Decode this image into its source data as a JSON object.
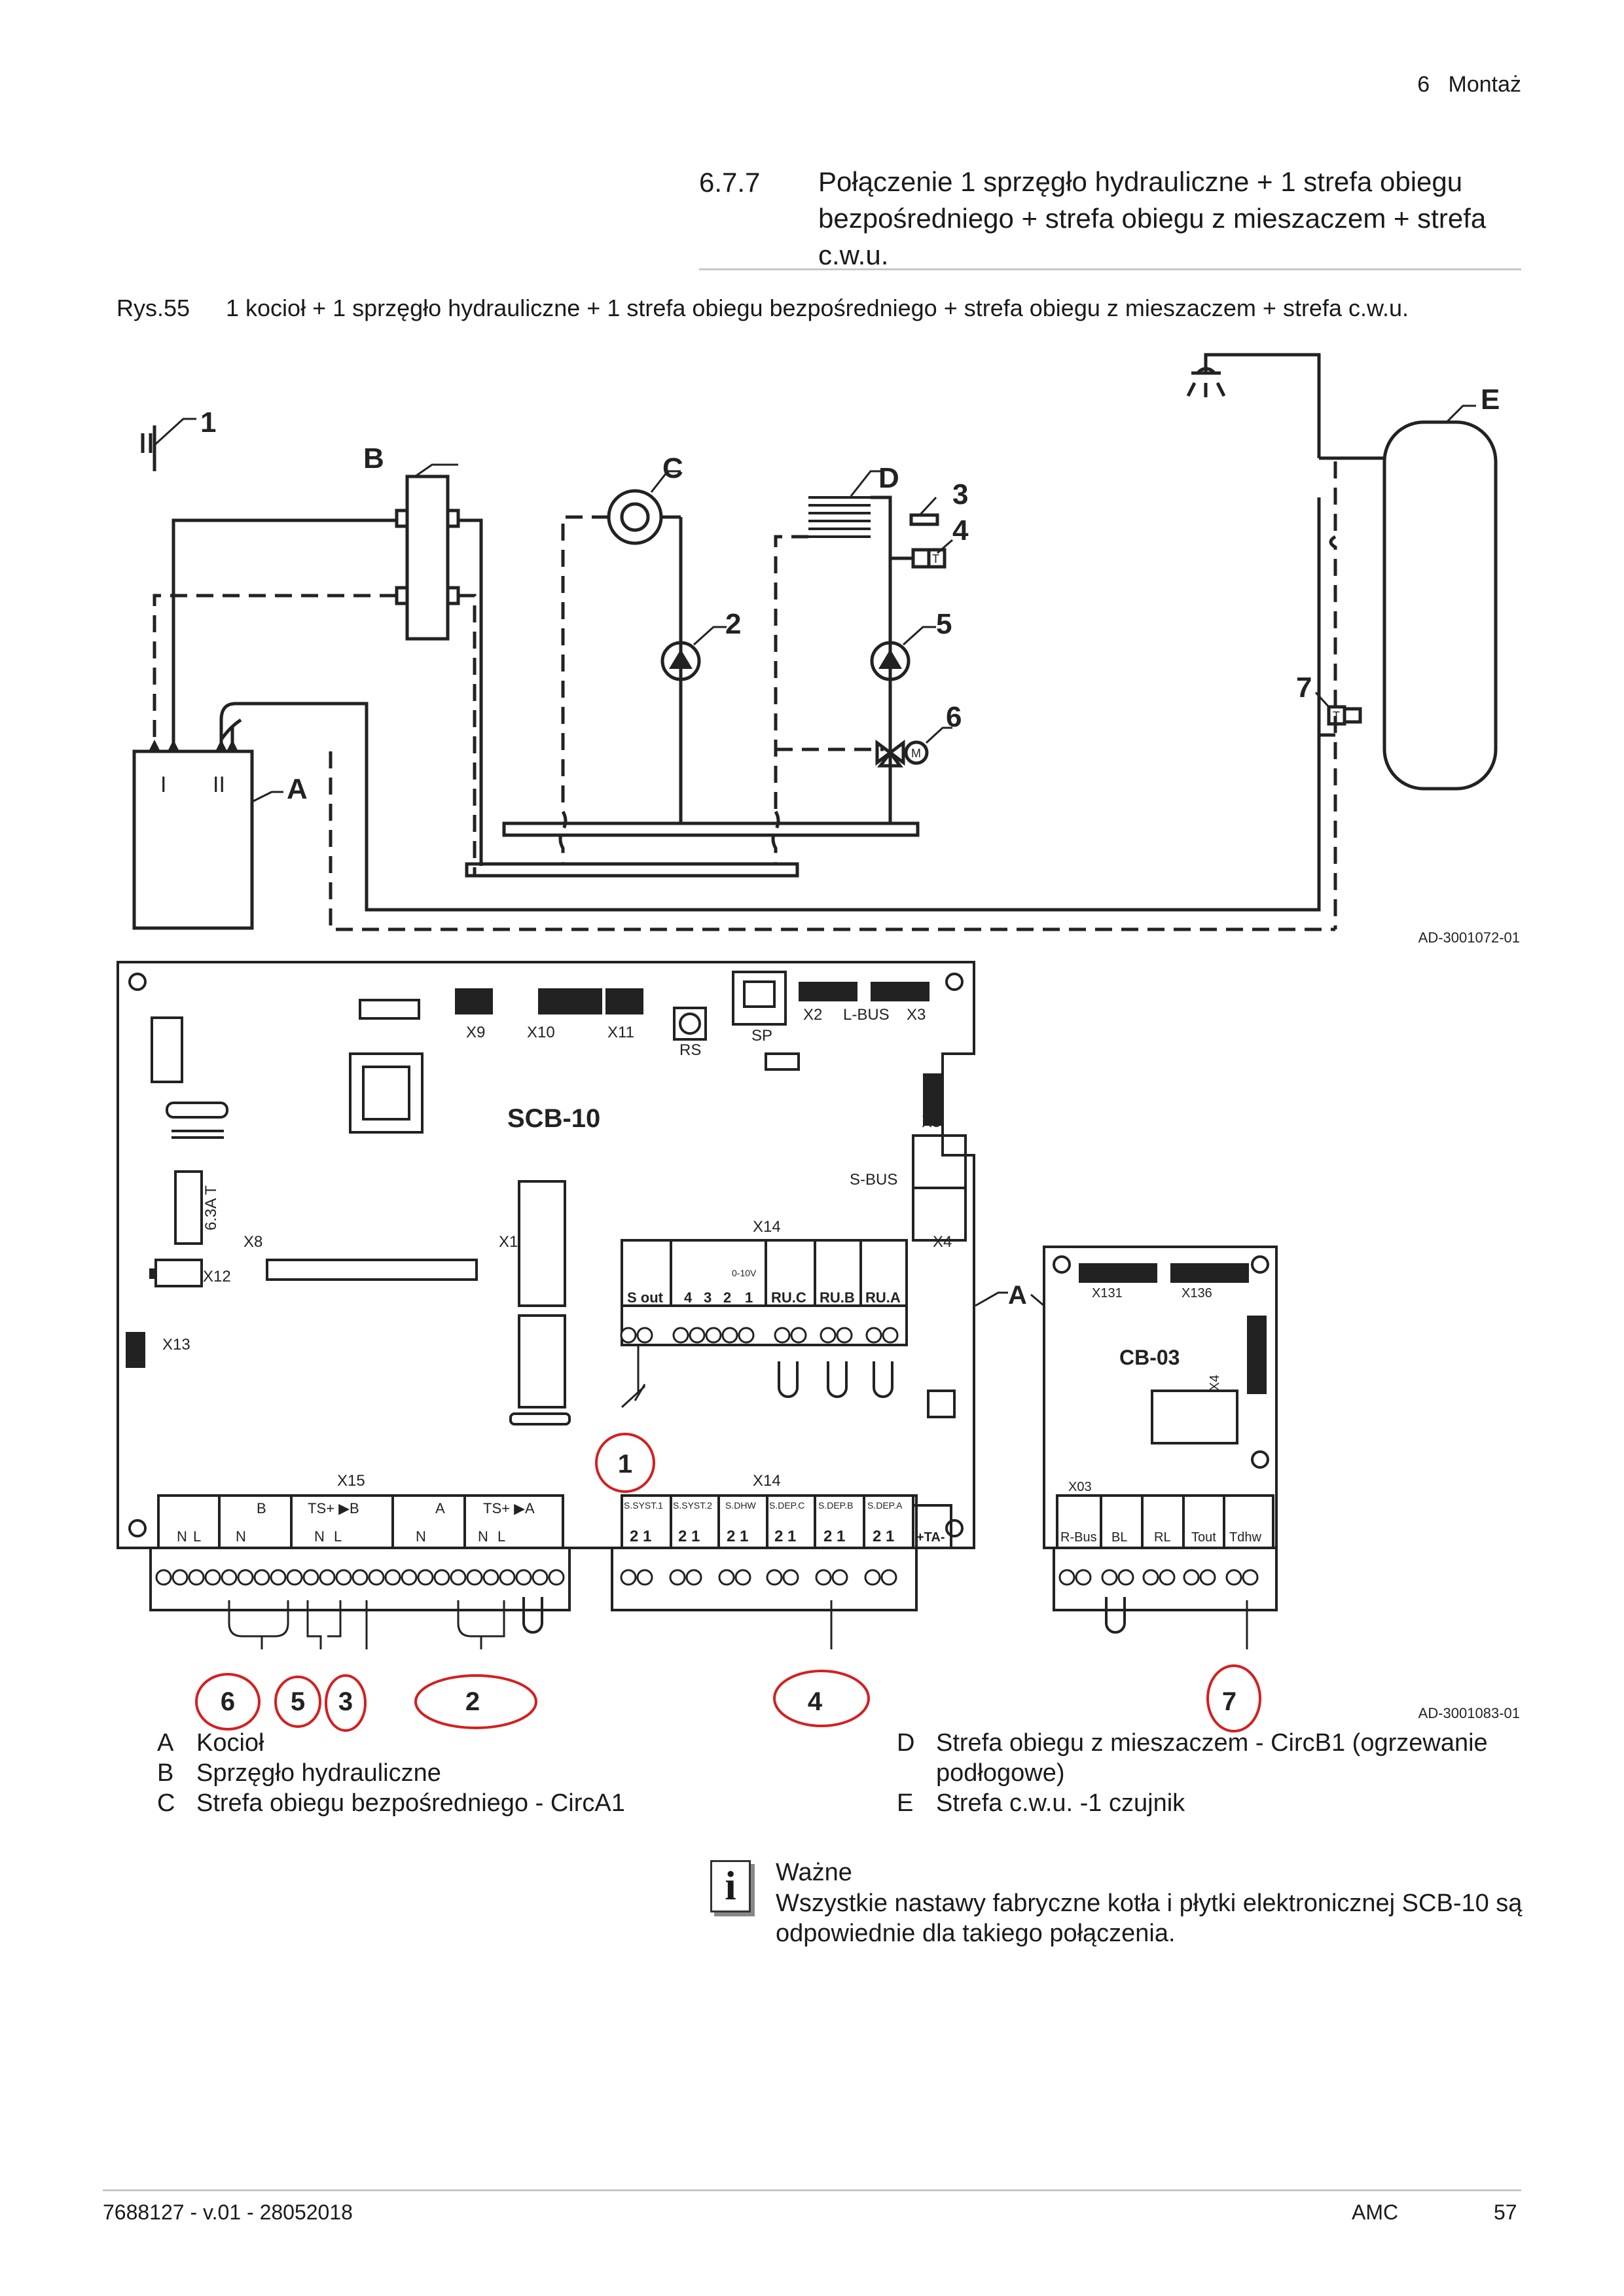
{
  "header": {
    "chapter": "6",
    "chapter_title": "Montaż"
  },
  "section": {
    "number": "6.7.7",
    "title": "Połączenie 1 sprzęgło hydrauliczne + 1 strefa obiegu bezpośredniego + strefa obiegu z mieszaczem + strefa c.w.u."
  },
  "figure": {
    "label": "Rys.55",
    "caption": "1 kocioł + 1 sprzęgło hydrauliczne + 1 strefa obiegu bezpośredniego + strefa obiegu z mieszaczem + strefa c.w.u.",
    "code_top": "AD-3001072-01",
    "code_bottom": "AD-3001083-01"
  },
  "hydraulic": {
    "letters": [
      "A",
      "B",
      "C",
      "D",
      "E"
    ],
    "numbers": [
      "1",
      "2",
      "3",
      "4",
      "5",
      "6",
      "7"
    ],
    "boiler_ports": [
      "I",
      "II"
    ],
    "sensor_symbol": "T",
    "motor_symbol": "M"
  },
  "board": {
    "name": "SCB-10",
    "connectors": {
      "x9": "X9",
      "x10": "X10",
      "x11": "X11",
      "rs": "RS",
      "sp": "SP",
      "x2": "X2",
      "lbus": "L-BUS",
      "x3": "X3",
      "x5": "X5",
      "sbus": "S-BUS",
      "x4": "X4",
      "x14_top": "X14",
      "x1": "X1",
      "x8": "X8",
      "x12": "X12",
      "x13": "X13",
      "x15": "X15",
      "x14_bottom": "X14",
      "fuse": "6.3A T"
    },
    "x14_top_terminals": [
      "S out",
      "4",
      "3",
      "2",
      "1",
      "RU.C",
      "RU.B",
      "RU.A"
    ],
    "x14_signal": "0-10V",
    "x15_groups": [
      "B",
      "TS+ ▶B",
      "A",
      "TS+ ▶A"
    ],
    "x15_pins": [
      "N",
      "L",
      "N",
      "N",
      "L",
      "N",
      "N",
      "L"
    ],
    "x14_bottom_groups": [
      "S.SYST.1",
      "S.SYST.2",
      "S.DHW",
      "S.DEP.C",
      "S.DEP.B",
      "S.DEP.A"
    ],
    "x14_bottom_pins": [
      "2 1",
      "2 1",
      "2 1",
      "2 1",
      "2 1",
      "2 1",
      "+TA-"
    ],
    "board_marker": "A"
  },
  "cb03": {
    "name": "CB-03",
    "connectors": {
      "x131": "X131",
      "x136": "X136",
      "x4": "X4",
      "x03": "X03"
    },
    "terminals": [
      "R-Bus",
      "BL",
      "RL",
      "Tout",
      "Tdhw"
    ]
  },
  "callouts": [
    "1",
    "6",
    "5",
    "3",
    "2",
    "4",
    "7"
  ],
  "legend_left": [
    {
      "key": "A",
      "text": "Kocioł"
    },
    {
      "key": "B",
      "text": "Sprzęgło hydrauliczne"
    },
    {
      "key": "C",
      "text": "Strefa obiegu bezpośredniego - CircA1"
    }
  ],
  "legend_right": [
    {
      "key": "D",
      "text": "Strefa obiegu z mieszaczem - CircB1 (ogrzewanie podłogowe)"
    },
    {
      "key": "E",
      "text": "Strefa c.w.u. -1 czujnik"
    }
  ],
  "note": {
    "icon": "i",
    "title": "Ważne",
    "body": "Wszystkie nastawy fabryczne kotła i płytki elektronicznej SCB-10 są odpowiednie dla takiego połączenia."
  },
  "footer": {
    "doc": "7688127 - v.01 - 28052018",
    "model": "AMC",
    "page": "57"
  },
  "colors": {
    "text": "#1a1a1a",
    "callout": "#d41f1f",
    "rule": "#c8c8c8"
  }
}
